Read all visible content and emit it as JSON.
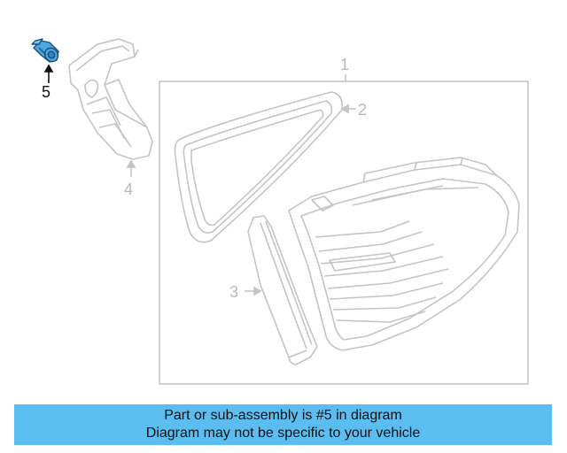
{
  "callouts": {
    "one": "1",
    "two": "2",
    "three": "3",
    "four": "4",
    "five": "5"
  },
  "highlighted_part": {
    "callout": "5",
    "name": "bolt-icon",
    "color": "#4aa8e0"
  },
  "banner": {
    "line1": "Part or sub-assembly is #5 in diagram",
    "line2": "Diagram may not be specific to your vehicle",
    "background": "#5bbdf0"
  },
  "colors": {
    "line_art": "#c4c4c4",
    "callout_text": "#b8b8b8",
    "highlight": "#4aa8e0"
  }
}
